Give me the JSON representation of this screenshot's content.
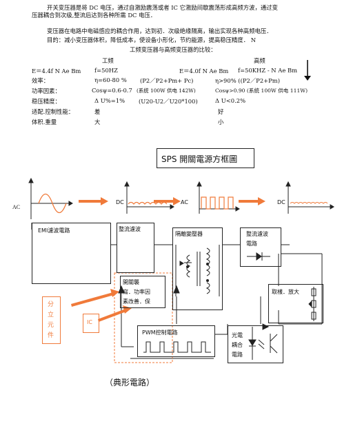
{
  "intro": {
    "line1": "开关变压器是将 DC 电压，通过自激励震荡或者 IC 它激励间歇震荡形成高频方波，通过变",
    "line2": "压器耦合到次级,整流后达到各种所需 DC 电压．",
    "line3": "变压器在电路中电磁感应的耦合作用，达到初．次级绝缘隔离，输出实现各种高频电压．",
    "line4": "目的：减小变压器体积，降低成本，使设备小形化，节约能源，提高稳压精度．  N"
  },
  "comparison": {
    "title": "工频变压器与高频变压器的比较：",
    "col_left": "工频",
    "col_right": "高频",
    "rows": [
      {
        "a": "E＝4.4f N Ae Bm",
        "b": "f=50HZ",
        "c": "E＝4.0f N Ae Bm",
        "d": "f=50KHZ - N Ae Bm"
      },
      {
        "a": "效率：",
        "b": "η=60-80 %",
        "c": "(P2／P2+Pm+ Pc)",
        "d": "η>90% ((P2／P2+Pm)"
      },
      {
        "a": "功率因素：",
        "b": "Cosψ=0.6-0.7",
        "c": "(系统 100W 供电 142W)",
        "d": "Cosψ>0.90 (系统 100W 供电 111W)"
      },
      {
        "a": "稳压精度：",
        "b": "Δ U%=1%",
        "c": "(U20-U2／U20*100)",
        "d": "Δ U<0.2%"
      },
      {
        "a": "适配.控制性能：",
        "b": "差",
        "c": "",
        "d": "好"
      },
      {
        "a": "体积.重量",
        "b": "大",
        "c": "",
        "d": "小"
      }
    ]
  },
  "diagram": {
    "title": "SPS 開關電源方框圖",
    "signal_labels": {
      "ac_in": "AC",
      "dc1": "DC",
      "ac_mid": "AC",
      "dc_out": "DC"
    },
    "blocks": {
      "emi": "EMI濾波電路",
      "rect1": "整流濾波",
      "transformer": "隔離變壓器",
      "rect2_l1": "整流濾波",
      "rect2_l2": "電路",
      "switch_l1": "開關襲",
      "switch_l2": "寫．功率因",
      "switch_l3": "素改善．保",
      "sample": "取樣．放大",
      "pwm": "PWM控制電路",
      "opto_l1": "光電",
      "opto_l2": "耦合",
      "opto_l3": "電路"
    },
    "side_labels": {
      "discrete": [
        "分",
        "立",
        "元",
        "件"
      ],
      "ic": "IC"
    },
    "caption": "（典形電路）"
  },
  "colors": {
    "accent": "#f07a3a",
    "line": "#222222"
  }
}
